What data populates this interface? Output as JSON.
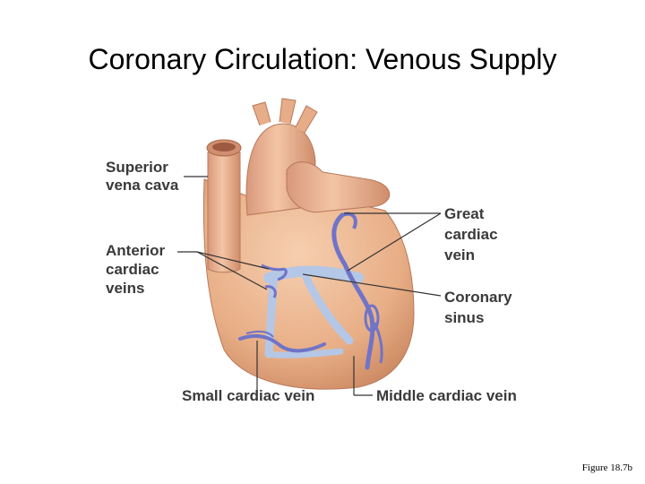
{
  "title": "Coronary Circulation: Venous Supply",
  "labels": {
    "superior_vena_cava": [
      "Superior",
      "vena cava"
    ],
    "anterior_cardiac_veins": [
      "Anterior",
      "cardiac",
      "veins"
    ],
    "great_cardiac_vein": [
      "Great",
      "cardiac",
      "vein"
    ],
    "coronary_sinus": [
      "Coronary",
      "sinus"
    ],
    "small_cardiac_vein": "Small cardiac vein",
    "middle_cardiac_vein": "Middle cardiac vein"
  },
  "figure_caption": "Figure 18.7b",
  "colors": {
    "heart": "#e9b38e",
    "vein": "#6f74c8",
    "sinus": "#b5c7e6",
    "leader": "#333333"
  }
}
